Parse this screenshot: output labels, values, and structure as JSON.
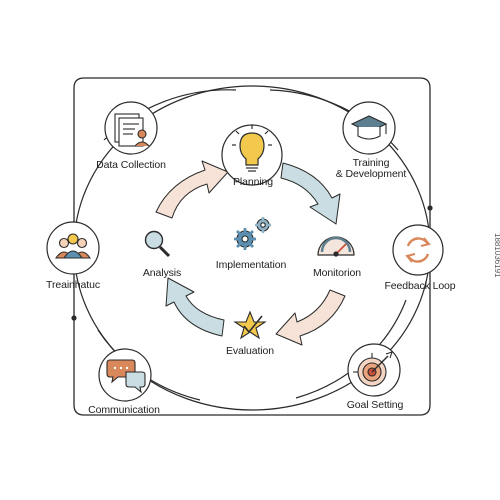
{
  "diagram": {
    "center_label": "Implementation",
    "inner_nodes": {
      "planning": "Planning",
      "monitoring": "Monitorion",
      "evaluation": "Evaluation",
      "analysis": "Analysis"
    },
    "outer_nodes": {
      "data_collection": "Data Collection",
      "training_line1": "Training",
      "training_line2": "& Development",
      "feedback_loop": "Feedback Loop",
      "goal_setting": "Goal Setting",
      "communication": "Communication",
      "left_node": "Treainhatuc"
    },
    "colors": {
      "line": "#2b2b2b",
      "arrow_blue": "#c9dde3",
      "arrow_peach": "#f6e2d6",
      "accent_orange": "#d8885a",
      "accent_yellow": "#f2c94c",
      "accent_blue": "#5d8fb0"
    }
  },
  "watermark_id": "1881036191"
}
